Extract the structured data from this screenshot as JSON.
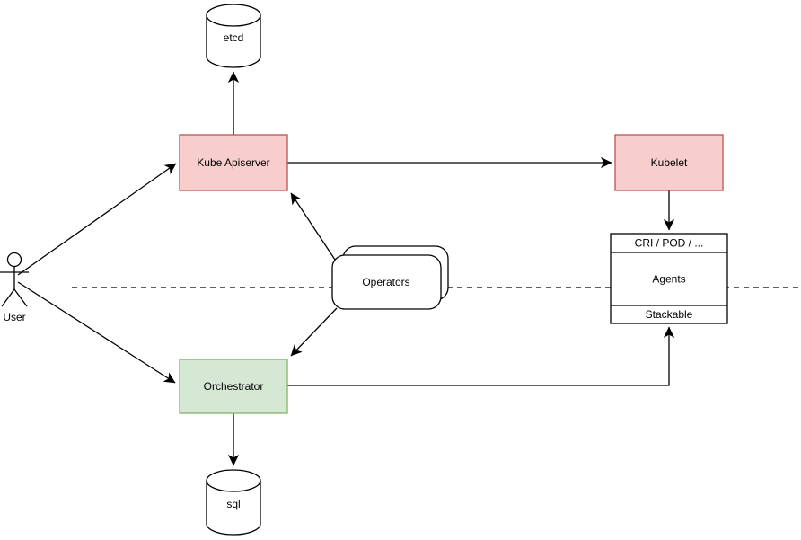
{
  "diagram": {
    "type": "architecture-flow-diagram",
    "background": "#ffffff",
    "colors": {
      "pink_fill": "#f8cecc",
      "pink_stroke": "#b85450",
      "green_fill": "#d5e8d4",
      "green_stroke": "#82b366",
      "plain_fill": "#ffffff",
      "line": "#000000",
      "text": "#000000"
    },
    "nodes": {
      "user": {
        "label": "User",
        "shape": "actor"
      },
      "etcd": {
        "label": "etcd",
        "shape": "database-cylinder"
      },
      "sql": {
        "label": "sql",
        "shape": "database-cylinder"
      },
      "kube_apiserver": {
        "label": "Kube Apiserver",
        "shape": "rectangle",
        "fill": "#f8cecc"
      },
      "kubelet": {
        "label": "Kubelet",
        "shape": "rectangle",
        "fill": "#f8cecc"
      },
      "orchestrator": {
        "label": "Orchestrator",
        "shape": "rectangle",
        "fill": "#d5e8d4"
      },
      "operators": {
        "label": "Operators",
        "shape": "stacked-rounded-rectangle"
      },
      "agents_stack": {
        "top": "CRI / POD / ...",
        "middle": "Agents",
        "bottom": "Stackable",
        "shape": "three-row-rectangle"
      }
    },
    "edges": [
      {
        "from": "user",
        "to": "kube_apiserver",
        "style": "solid-arrow"
      },
      {
        "from": "user",
        "to": "orchestrator",
        "style": "solid-arrow"
      },
      {
        "from": "kube_apiserver",
        "to": "etcd",
        "style": "solid-arrow"
      },
      {
        "from": "kube_apiserver",
        "to": "kubelet",
        "style": "solid-arrow"
      },
      {
        "from": "kubelet",
        "to": "agents_stack",
        "style": "solid-arrow"
      },
      {
        "from": "operators",
        "to": "kube_apiserver",
        "style": "solid-arrow"
      },
      {
        "from": "operators",
        "to": "orchestrator",
        "style": "solid-arrow"
      },
      {
        "from": "orchestrator",
        "to": "agents_stack",
        "style": "solid-arrow-orthogonal"
      },
      {
        "from": "orchestrator",
        "to": "sql",
        "style": "solid-arrow"
      },
      {
        "name": "boundary-line",
        "style": "dashed-horizontal"
      }
    ]
  }
}
